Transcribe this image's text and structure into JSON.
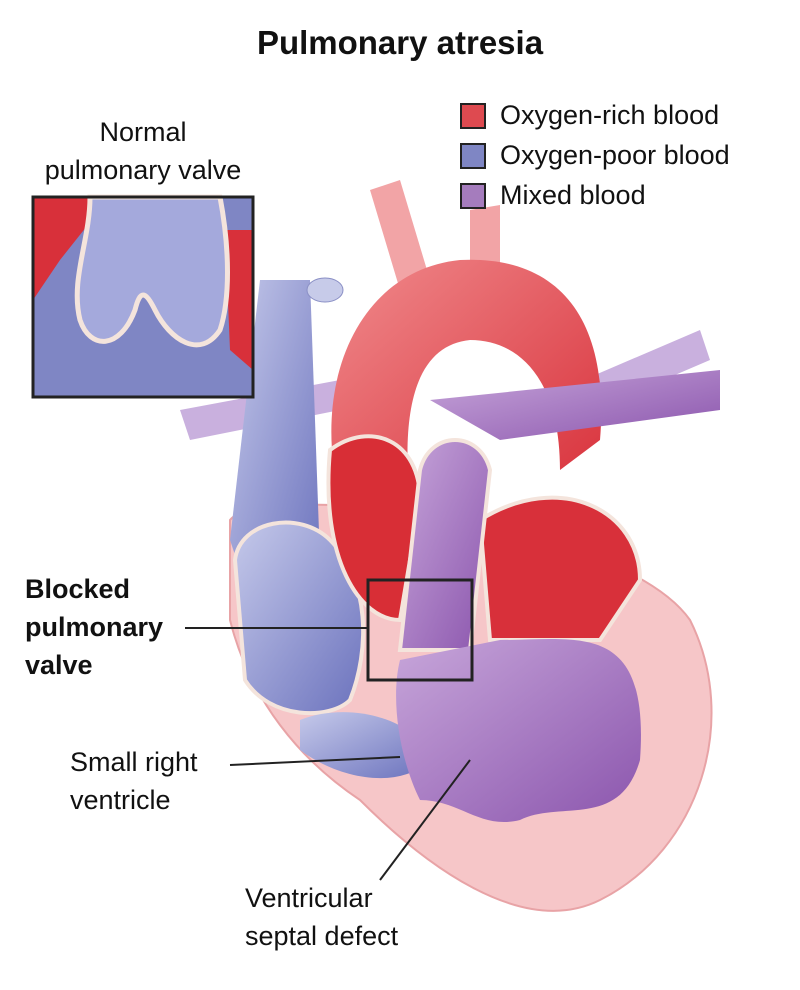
{
  "title": "Pulmonary atresia",
  "legend": [
    {
      "label": "Oxygen-rich blood",
      "color": "#de4a50"
    },
    {
      "label": "Oxygen-poor blood",
      "color": "#7f86c4"
    },
    {
      "label": "Mixed blood",
      "color": "#a57cbd"
    }
  ],
  "labels": {
    "normal_valve": [
      "Normal",
      "pulmonary valve"
    ],
    "blocked_valve": [
      "Blocked",
      "pulmonary",
      "valve"
    ],
    "small_rv": [
      "Small right",
      "ventricle"
    ],
    "vsd": [
      "Ventricular",
      "septal defect"
    ]
  }
}
